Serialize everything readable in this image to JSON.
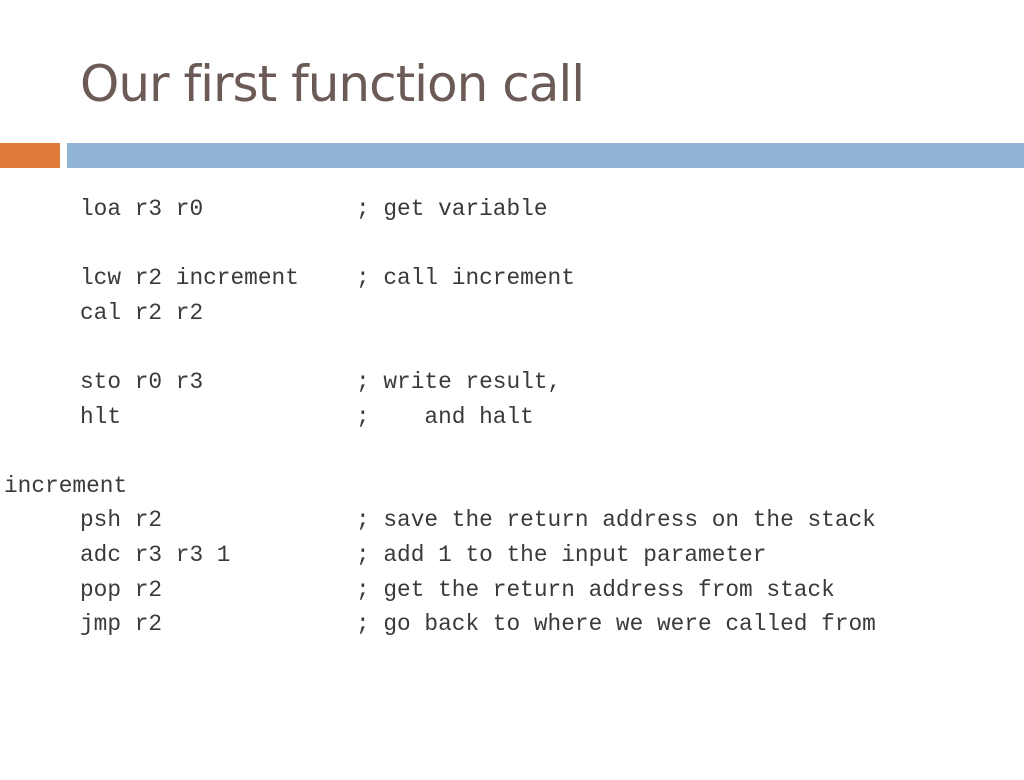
{
  "title": "Our first function call",
  "colors": {
    "title": "#6b5a55",
    "accent_bar": "#e07b39",
    "rule_bar": "#91b3d6",
    "code_text": "#3a3a3a"
  },
  "code_lines": [
    {
      "label": "",
      "instruction": "loa r3 r0",
      "comment": "; get variable"
    },
    {
      "label": "",
      "instruction": "",
      "comment": ""
    },
    {
      "label": "",
      "instruction": "lcw r2 increment",
      "comment": "; call increment"
    },
    {
      "label": "",
      "instruction": "cal r2 r2",
      "comment": ""
    },
    {
      "label": "",
      "instruction": "",
      "comment": ""
    },
    {
      "label": "",
      "instruction": "sto r0 r3",
      "comment": "; write result,"
    },
    {
      "label": "",
      "instruction": "hlt",
      "comment": ";    and halt"
    },
    {
      "label": "",
      "instruction": "",
      "comment": ""
    },
    {
      "label": "increment",
      "instruction": "",
      "comment": ""
    },
    {
      "label": "",
      "instruction": "psh r2",
      "comment": "; save the return address on the stack"
    },
    {
      "label": "",
      "instruction": "adc r3 r3 1",
      "comment": "; add 1 to the input parameter"
    },
    {
      "label": "",
      "instruction": "pop r2",
      "comment": "; get the return address from stack"
    },
    {
      "label": "",
      "instruction": "jmp r2",
      "comment": "; go back to where we were called from"
    }
  ]
}
